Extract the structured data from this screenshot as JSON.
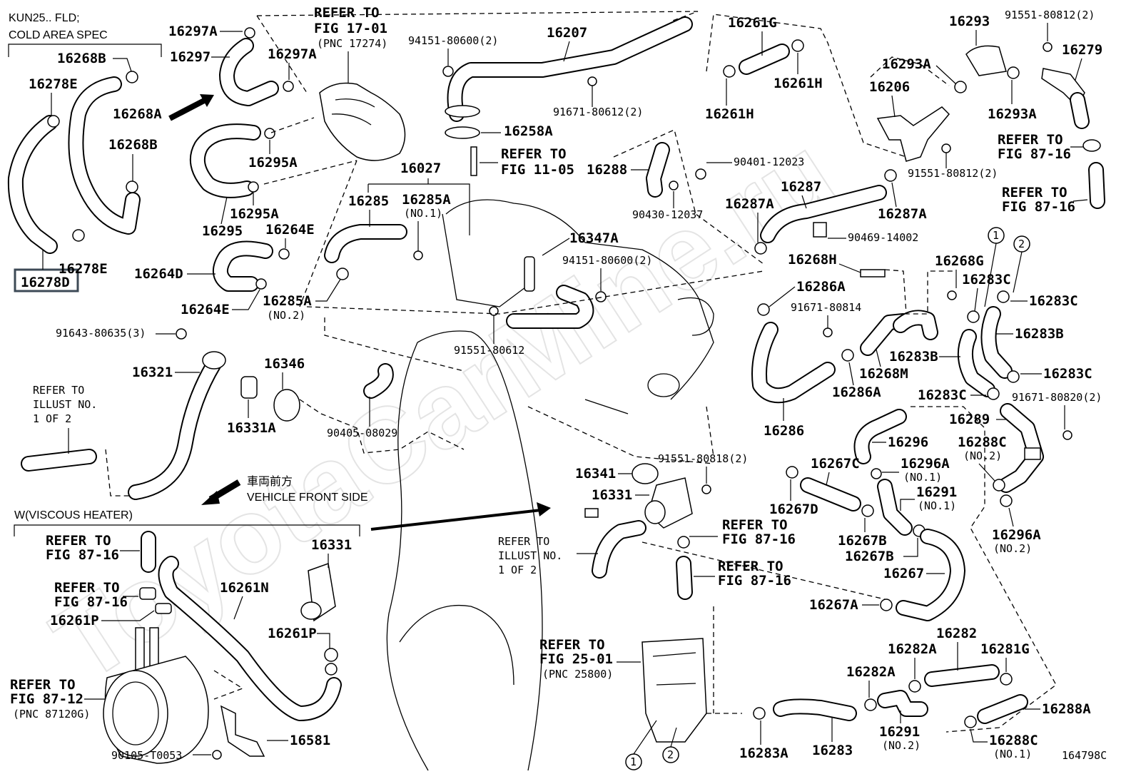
{
  "watermark": "ToyotaCarMine.ru",
  "diagram_id": "164798C",
  "vehicle_front": {
    "jp": "車両前方",
    "en": "VEHICLE FRONT SIDE"
  },
  "notes": {
    "spec_line1": "KUN25.. FLD;",
    "spec_line2": "COLD AREA SPEC",
    "viscous_heater": "W(VISCOUS HEATER)",
    "ref_17_01_a": "REFER TO",
    "ref_17_01_b": "FIG 17-01",
    "ref_17_01_c": "(PNC 17274)",
    "ref_11_05_a": "REFER TO",
    "ref_11_05_b": "FIG 11-05",
    "ref_87_16_tr_a": "REFER TO",
    "ref_87_16_tr_b": "FIG 87-16",
    "ref_87_16_tr2_a": "REFER TO",
    "ref_87_16_tr2_b": "FIG 87-16",
    "ref_illust_left_a": "REFER TO",
    "ref_illust_left_b": "ILLUST NO.",
    "ref_illust_left_c": "1 OF 2",
    "ref_87_16_vh1_a": "REFER TO",
    "ref_87_16_vh1_b": "FIG 87-16",
    "ref_87_16_vh2_a": "REFER TO",
    "ref_87_16_vh2_b": "FIG 87-16",
    "ref_87_12_a": "REFER TO",
    "ref_87_12_b": "FIG 87-12",
    "ref_87_12_c": "(PNC 87120G)",
    "ref_illust_mid_a": "REFER TO",
    "ref_illust_mid_b": "ILLUST NO.",
    "ref_illust_mid_c": "1 OF 2",
    "ref_87_16_c1_a": "REFER TO",
    "ref_87_16_c1_b": "FIG 87-16",
    "ref_87_16_c2_a": "REFER TO",
    "ref_87_16_c2_b": "FIG 87-16",
    "ref_25_01_a": "REFER TO",
    "ref_25_01_b": "FIG 25-01",
    "ref_25_01_c": "(PNC 25800)",
    "circle_1": "1",
    "circle_2": "2"
  },
  "parts": {
    "p16278D": "16278D",
    "p16278E_a": "16278E",
    "p16278E_b": "16278E",
    "p16268B_a": "16268B",
    "p16268B_b": "16268B",
    "p16268A": "16268A",
    "p16297A_a": "16297A",
    "p16297": "16297",
    "p16297A_b": "16297A",
    "p16295A_a": "16295A",
    "p16295A_b": "16295A",
    "p16295": "16295",
    "p16264E_a": "16264E",
    "p16264D": "16264D",
    "p16264E_b": "16264E",
    "p16285A_no2": "16285A",
    "p16285A_no2_sub": "(NO.2)",
    "p16285": "16285",
    "p16285A_no1": "16285A",
    "p16285A_no1_sub": "(NO.1)",
    "p16027": "16027",
    "p94151_80600_a": "94151-80600(2)",
    "p16207": "16207",
    "p91671_80612": "91671-80612(2)",
    "p16258A": "16258A",
    "p16347A": "16347A",
    "p94151_80600_b": "94151-80600(2)",
    "p91551_80612": "91551-80612",
    "p91643_80635": "91643-80635(3)",
    "p16321": "16321",
    "p16346": "16346",
    "p16331A": "16331A",
    "p90405_08029": "90405-08029",
    "p16261G": "16261G",
    "p16261H_a": "16261H",
    "p16261H_b": "16261H",
    "p16288": "16288",
    "p90401_12023": "90401-12023",
    "p90430_12037": "90430-12037",
    "p16287A_a": "16287A",
    "p16287": "16287",
    "p16287A_b": "16287A",
    "p90469_14002": "90469-14002",
    "p16268H": "16268H",
    "p16286A_a": "16286A",
    "p91671_80814": "91671-80814",
    "p16268M": "16268M",
    "p16286A_b": "16286A",
    "p16286": "16286",
    "p16293": "16293",
    "p91551_80812_a": "91551-80812(2)",
    "p16279": "16279",
    "p16293A_a": "16293A",
    "p16206": "16206",
    "p16293A_b": "16293A",
    "p91551_80812_b": "91551-80812(2)",
    "p16268G": "16268G",
    "p16283C_a": "16283C",
    "p16283C_b": "16283C",
    "p16283B_a": "16283B",
    "p16283B_b": "16283B",
    "p16283C_c": "16283C",
    "p16283C_d": "16283C",
    "p91671_80820": "91671-80820(2)",
    "p16289": "16289",
    "p16296": "16296",
    "p16288C_no2": "16288C",
    "p16288C_no2_sub": "(NO.2)",
    "p16296A_no1": "16296A",
    "p16296A_no1_sub": "(NO.1)",
    "p16267C": "16267C",
    "p16291_no1": "16291",
    "p16291_no1_sub": "(NO.1)",
    "p16267D": "16267D",
    "p16296A_no2": "16296A",
    "p16296A_no2_sub": "(NO.2)",
    "p16267B_a": "16267B",
    "p16267B_b": "16267B",
    "p16267": "16267",
    "p16267A": "16267A",
    "p91551_80818": "91551-80818(2)",
    "p16341": "16341",
    "p16331_c": "16331",
    "p16282": "16282",
    "p16282A_a": "16282A",
    "p16281G": "16281G",
    "p16282A_b": "16282A",
    "p16288A": "16288A",
    "p16291_no2": "16291",
    "p16291_no2_sub": "(NO.2)",
    "p16283A": "16283A",
    "p16283": "16283",
    "p16288C_no1": "16288C",
    "p16288C_no1_sub": "(NO.1)",
    "p16261N": "16261N",
    "p16331_vh": "16331",
    "p16261P_a": "16261P",
    "p16261P_b": "16261P",
    "p16581": "16581",
    "p90105_T0053": "90105-T0053"
  }
}
